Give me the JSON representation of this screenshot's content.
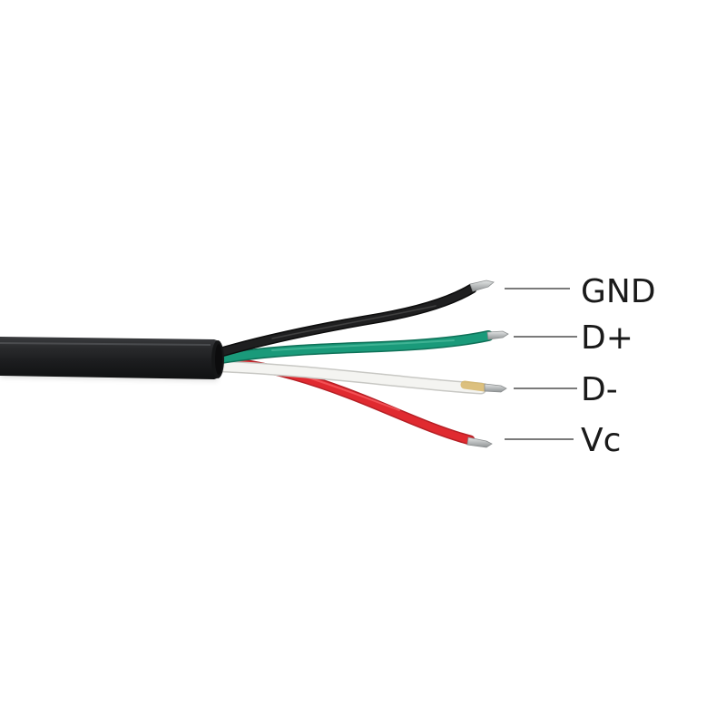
{
  "colors": {
    "background": "#ffffff",
    "jacket": "#1c1d1f",
    "wire_black": "#1a1a1a",
    "wire_green": "#1a9a7a",
    "wire_white": "#f1f1ee",
    "wire_red": "#e02a30",
    "conductor_tin": "#c9cccc",
    "label_text": "#1a1a1a"
  },
  "labels": {
    "gnd": "GND",
    "d_plus": "D+",
    "d_minus": "D-",
    "vcc": "Vc"
  }
}
